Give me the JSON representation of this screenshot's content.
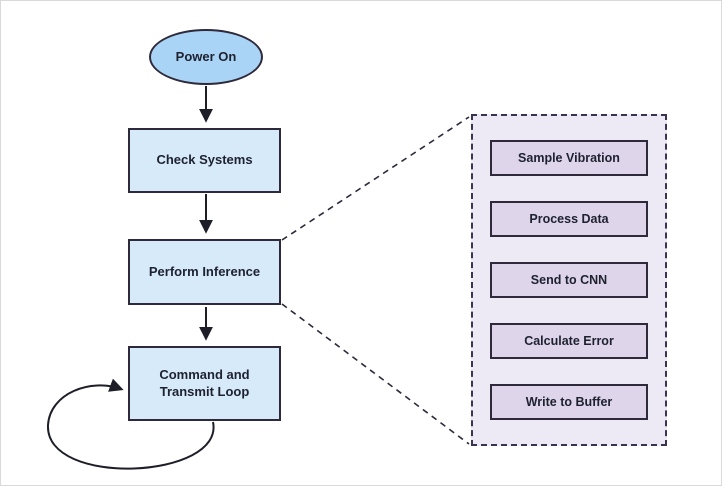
{
  "diagram": {
    "type": "flowchart",
    "flow": {
      "start": "Power On",
      "steps": [
        "Check Systems",
        "Perform Inference",
        "Command and Transmit Loop"
      ],
      "step3_line1": "Command and",
      "step3_line2": "Transmit Loop"
    },
    "detail": {
      "items": [
        "Sample Vibration",
        "Process Data",
        "Send to CNN",
        "Calculate Error",
        "Write to Buffer"
      ]
    },
    "colors": {
      "ellipse_fill": "#a9d4f5",
      "process_fill": "#d7eafa",
      "detail_container_fill": "#edeaf5",
      "detail_item_fill": "#ded5ea",
      "outline": "#2e2a3b",
      "arrow": "#1e1e28",
      "background": "#ffffff"
    }
  }
}
